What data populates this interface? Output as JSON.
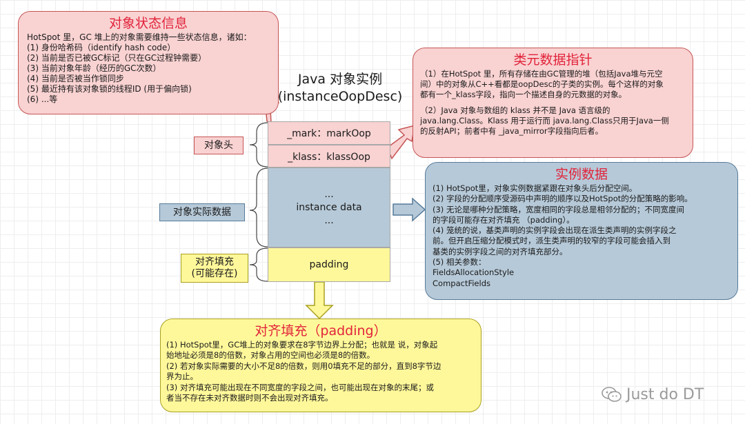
{
  "center_title": {
    "line1": "Java 对象实例",
    "line2": "(instanceOopDesc)"
  },
  "object_layout": {
    "mark": "_mark：markOop",
    "klass": "_klass：klassOop",
    "instance_lines": [
      "...",
      "instance data",
      "..."
    ],
    "padding": "padding"
  },
  "side_labels": {
    "header": "对象头",
    "instance": "对象实际数据",
    "padding_line1": "对齐填充",
    "padding_line2": "(可能存在)"
  },
  "state_panel": {
    "title": "对象状态信息",
    "lines": [
      "HotSpot 里，GC 堆上的对象需要维持一些状态信息，诸如：",
      "(1)  身份哈希码（identify hash code）",
      "(2)  当前是否已被GC标记（只在GC过程钟需要）",
      "(3)  当前对象年龄（经历的GC次数）",
      "(4)  当前是否被当作锁同步",
      "(5)  最近持有该对象锁的线程ID (用于偏向锁)",
      "(6)  ...等"
    ]
  },
  "klass_panel": {
    "title": "类元数据指针",
    "lines": [
      "（1）在HotSpot 里，所有存储在由GC管理的堆（包括Java堆与元空",
      "间）中的对象从C++看都是oopDesc的子类的实例。每个这样的对象",
      "都有一个_klass字段，指向一个描述自身的元数据的对象。",
      "",
      "（2）Java 对象与数组的 klass 并不是 Java 语言级的",
      "java.lang.Class。Klass 用于运行而 java.lang.Class只用于Java一侧",
      "的反射API；前者中有 _java_mirror字段指向后者。"
    ]
  },
  "instance_panel": {
    "title": "实例数据",
    "lines": [
      "(1)  HotSpot里，对象实例数据紧跟在对象头后分配空间。",
      "(2)  字段的分配顺序受源码中声明的顺序以及HotSpot的分配策略的影响。",
      "(3)  无论是哪种分配策略，宽度相同的字段总是相邻分配的；不同宽度间",
      "       的字段可能存在对齐填充 （padding）。",
      "(4)  笼统的说，基类声明的实例字段会出现在派生类声明的实例字段之",
      "       前。但开启压缩分配模式时，派生类声明的较窄的字段可能会插入到",
      "       基类的实例字段之间的对齐填充部分。",
      "(5)  相关参数：",
      "          FieldsAllocationStyle",
      "          CompactFields"
    ]
  },
  "padding_panel": {
    "title": "对齐填充（padding）",
    "lines": [
      "(1) HotSpot里，GC堆上的对象要求在8字节边界上分配；也就是 说，对象起",
      "     始地址必须是8的倍数，对象占用的空间也必须是8的倍数。",
      "(2) 若对象实际需要的大小不足8的倍数，则用0填充不足的部分，直到8字节边",
      "     界为止。",
      "(3) 对齐填充可能出现在不同宽度的字段之间，也可能出现在对象的末尾；或",
      "     者当不存在未对齐数据时则不会出现对齐填充。"
    ]
  },
  "watermark": "Just do DT",
  "colors": {
    "title_red": "#e1233a",
    "pink_fill": "#f9d2d2",
    "blue_fill": "#b6c9d8",
    "yellow_fill": "#fff89a"
  }
}
